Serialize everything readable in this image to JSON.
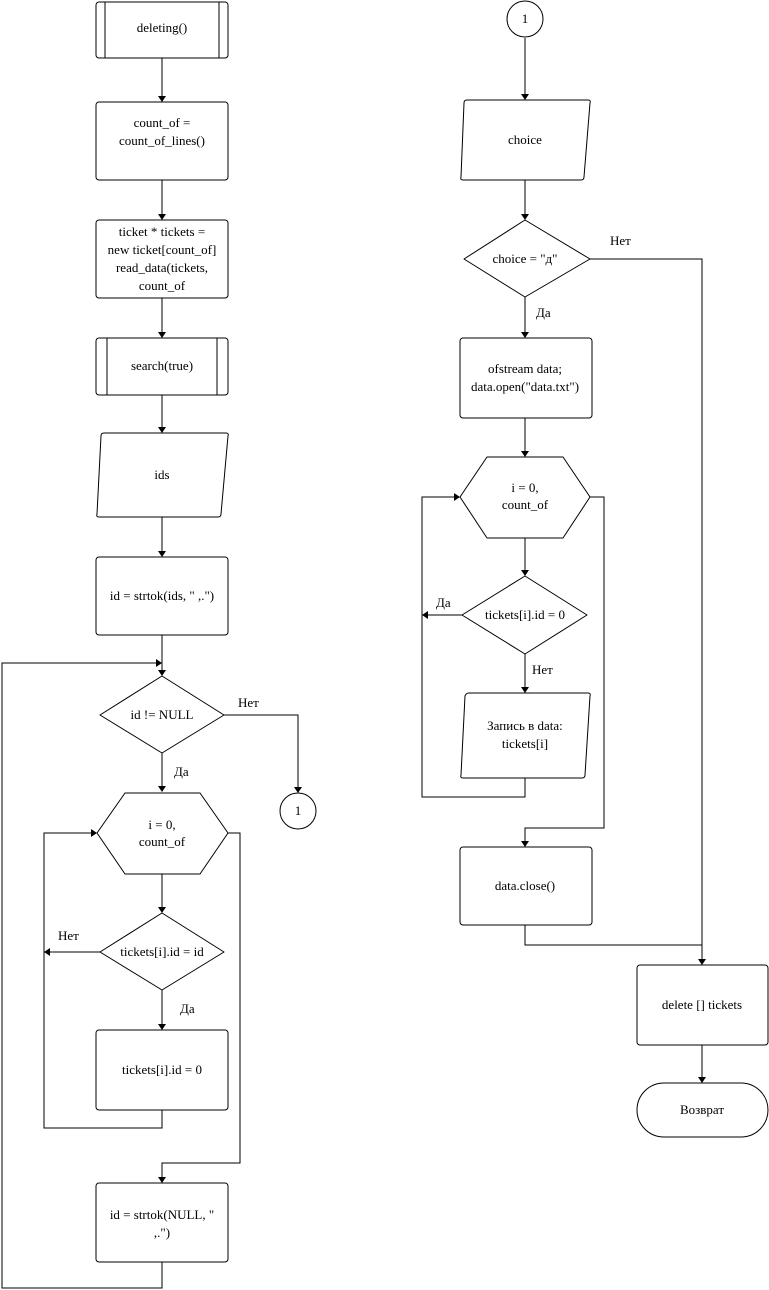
{
  "diagram": {
    "nodes": {
      "start_deleting": "deleting()",
      "count_of": [
        "count_of =",
        "count_of_lines()"
      ],
      "tickets_new": [
        "ticket * tickets =",
        "new ticket[count_of]",
        "read_data(tickets,",
        "count_of"
      ],
      "search": "search(true)",
      "input_ids": "ids",
      "strtok_ids": "id = strtok(ids, \" ,.\")",
      "cond_id_not_null": "id != NULL",
      "loop_i_left": [
        "i = 0,",
        "count_of"
      ],
      "cond_ticket_eq_id": "tickets[i].id = id",
      "assign_zero": "tickets[i].id = 0",
      "strtok_null": [
        "id = strtok(NULL, \"",
        ",.\")"
      ],
      "connector_left": "1",
      "connector_top": "1",
      "input_choice": "choice",
      "cond_choice": "choice = \"д\"",
      "open_file": [
        "ofstream data;",
        "data.open(\"data.txt\")"
      ],
      "loop_i_right": [
        "i = 0,",
        "count_of"
      ],
      "cond_ticket_zero": "tickets[i].id = 0",
      "write_data": [
        "Запись в data:",
        "tickets[i]"
      ],
      "close_file": "data.close()",
      "delete_tickets": "delete [] tickets",
      "end_return": "Возврат"
    },
    "labels": {
      "yes": "Да",
      "no": "Нет"
    }
  }
}
